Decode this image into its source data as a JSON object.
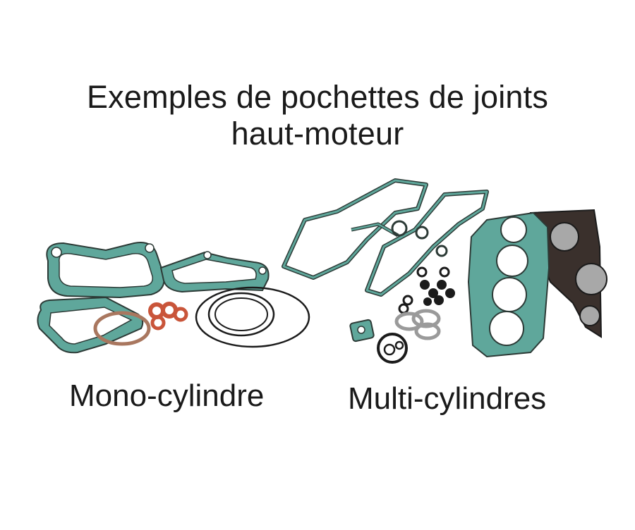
{
  "title": {
    "line1": "Exemples de pochettes de joints",
    "line2": "haut-moteur"
  },
  "captions": {
    "mono": "Mono-cylindre",
    "multi": "Multi-cylindres"
  },
  "colors": {
    "gasket_green": "#5fa79b",
    "gasket_edge": "#2c3a36",
    "copper": "#c9553a",
    "cork": "#a9775f",
    "black": "#1b1b1b",
    "head_gasket": "#3a302c",
    "metal": "#a8a8a8"
  }
}
